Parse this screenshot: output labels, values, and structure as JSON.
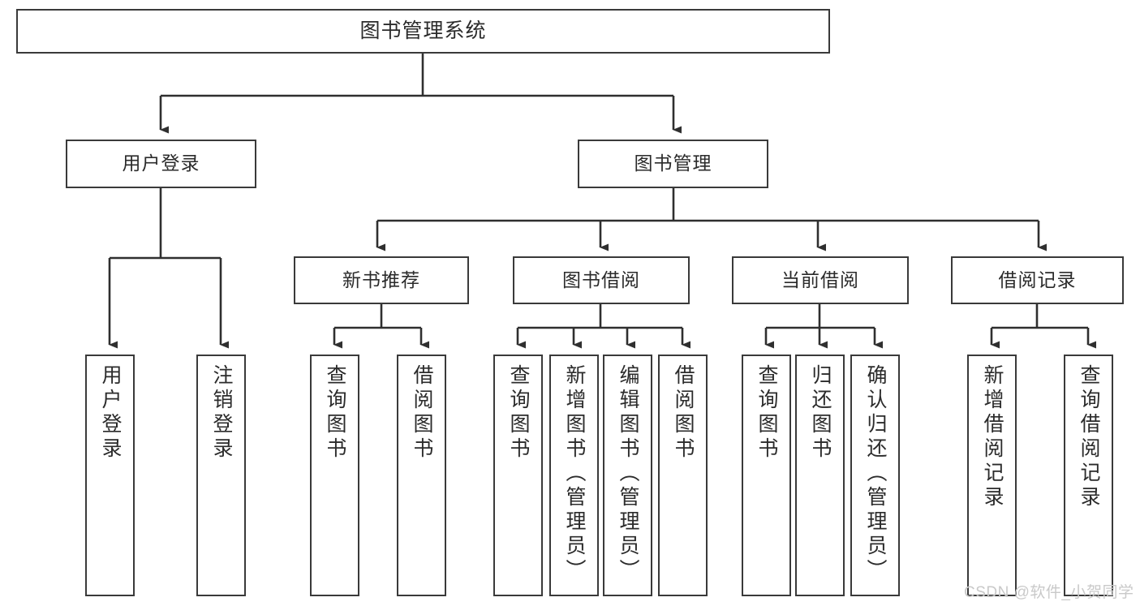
{
  "diagram": {
    "title": "图书管理系统",
    "type": "tree-hierarchy",
    "root": {
      "id": "root",
      "label": "图书管理系统"
    },
    "level2": [
      {
        "id": "user-login",
        "label": "用户登录"
      },
      {
        "id": "book-manage",
        "label": "图书管理"
      }
    ],
    "level3": [
      {
        "id": "new-book-rec",
        "label": "新书推荐"
      },
      {
        "id": "book-borrow",
        "label": "图书借阅"
      },
      {
        "id": "current-borrow",
        "label": "当前借阅"
      },
      {
        "id": "borrow-record",
        "label": "借阅记录"
      }
    ],
    "leaves": {
      "user_login": [
        {
          "id": "leaf-user-login",
          "label": "用户登录"
        },
        {
          "id": "leaf-logout-login",
          "label": "注销登录"
        }
      ],
      "new_book_rec": [
        {
          "id": "leaf-query-book-1",
          "label": "查询图书"
        },
        {
          "id": "leaf-borrow-book-1",
          "label": "借阅图书"
        }
      ],
      "book_borrow": [
        {
          "id": "leaf-query-book-2",
          "label": "查询图书"
        },
        {
          "id": "leaf-add-book",
          "label": "新增图书（管理员）"
        },
        {
          "id": "leaf-edit-book",
          "label": "编辑图书（管理员）"
        },
        {
          "id": "leaf-borrow-book-2",
          "label": "借阅图书"
        }
      ],
      "current_borrow": [
        {
          "id": "leaf-query-book-3",
          "label": "查询图书"
        },
        {
          "id": "leaf-return-book",
          "label": "归还图书"
        },
        {
          "id": "leaf-confirm-return",
          "label": "确认归还（管理员）"
        }
      ],
      "borrow_record": [
        {
          "id": "leaf-add-record",
          "label": "新增借阅记录"
        },
        {
          "id": "leaf-query-record",
          "label": "查询借阅记录"
        }
      ]
    }
  },
  "watermark": {
    "text": "CSDN @软件_小贺同学"
  },
  "colors": {
    "border": "#3a3a3a",
    "text": "#2b2b2b",
    "background": "#ffffff",
    "watermark": "#c9c9c9"
  }
}
